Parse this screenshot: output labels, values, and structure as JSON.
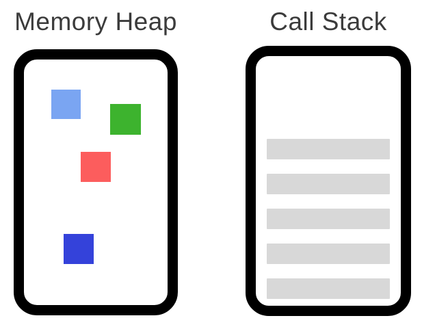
{
  "diagram": {
    "background": "#ffffff",
    "outline_color": "#000000",
    "title_color": "#3b3b3b"
  },
  "memory_heap": {
    "title": "Memory Heap",
    "blocks": [
      {
        "id": "light-blue-block",
        "color": "#7aa5f2"
      },
      {
        "id": "green-block",
        "color": "#3db32e"
      },
      {
        "id": "red-block",
        "color": "#fc5d5d"
      },
      {
        "id": "blue-block",
        "color": "#3442da"
      }
    ]
  },
  "call_stack": {
    "title": "Call Stack",
    "frame_color": "#d8d8d8",
    "frame_count": 5
  }
}
